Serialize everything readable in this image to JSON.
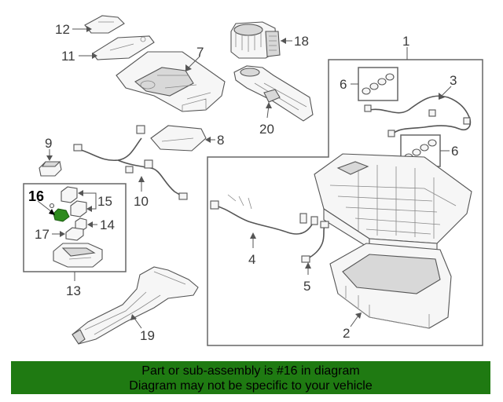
{
  "callouts": {
    "c1": "1",
    "c2": "2",
    "c3": "3",
    "c4": "4",
    "c5": "5",
    "c6a": "6",
    "c6b": "6",
    "c7": "7",
    "c8": "8",
    "c9": "9",
    "c10": "10",
    "c11": "11",
    "c12": "12",
    "c13": "13",
    "c14": "14",
    "c15": "15",
    "c16": "16",
    "c17": "17",
    "c18": "18",
    "c19": "19",
    "c20": "20"
  },
  "highlight_color": "#2e8b1e",
  "banner": {
    "line1": "Part or sub-assembly is #16 in diagram",
    "line2": "Diagram may not be specific to your vehicle",
    "color": "#1f7a12"
  }
}
